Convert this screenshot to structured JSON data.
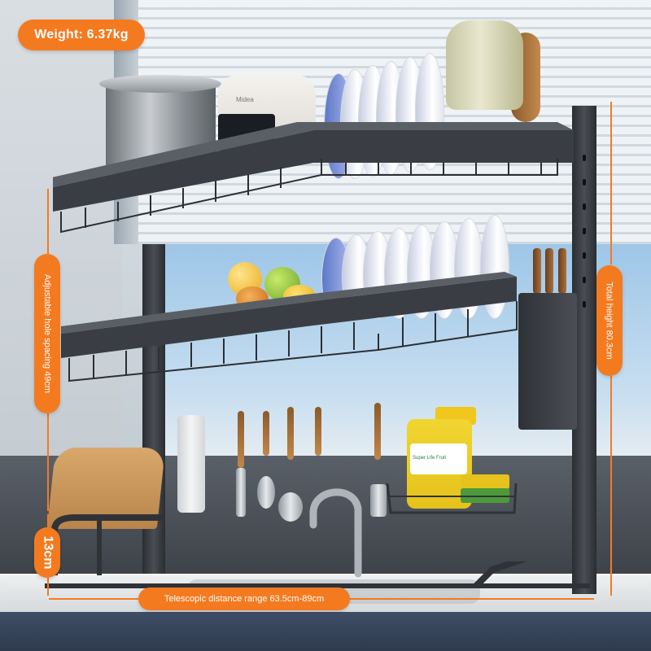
{
  "annotations": {
    "weight": "Weight: 6.37kg",
    "hole_spacing": "Adjustable hole spacing 49cm",
    "total_height": "Total height 80.3cm",
    "base_height": "13cm",
    "telescopic_range": "Telescopic distance range 63.5cm-89cm"
  },
  "product_labels": {
    "cooker_brand": "Midea",
    "bottle_label": "Super Life Fruit"
  },
  "colors": {
    "accent": "#f47a20",
    "frame": "#2f3338",
    "label_text": "#ffffff"
  },
  "icons": {
    "dimension_markers": "orange-dimension-line"
  }
}
